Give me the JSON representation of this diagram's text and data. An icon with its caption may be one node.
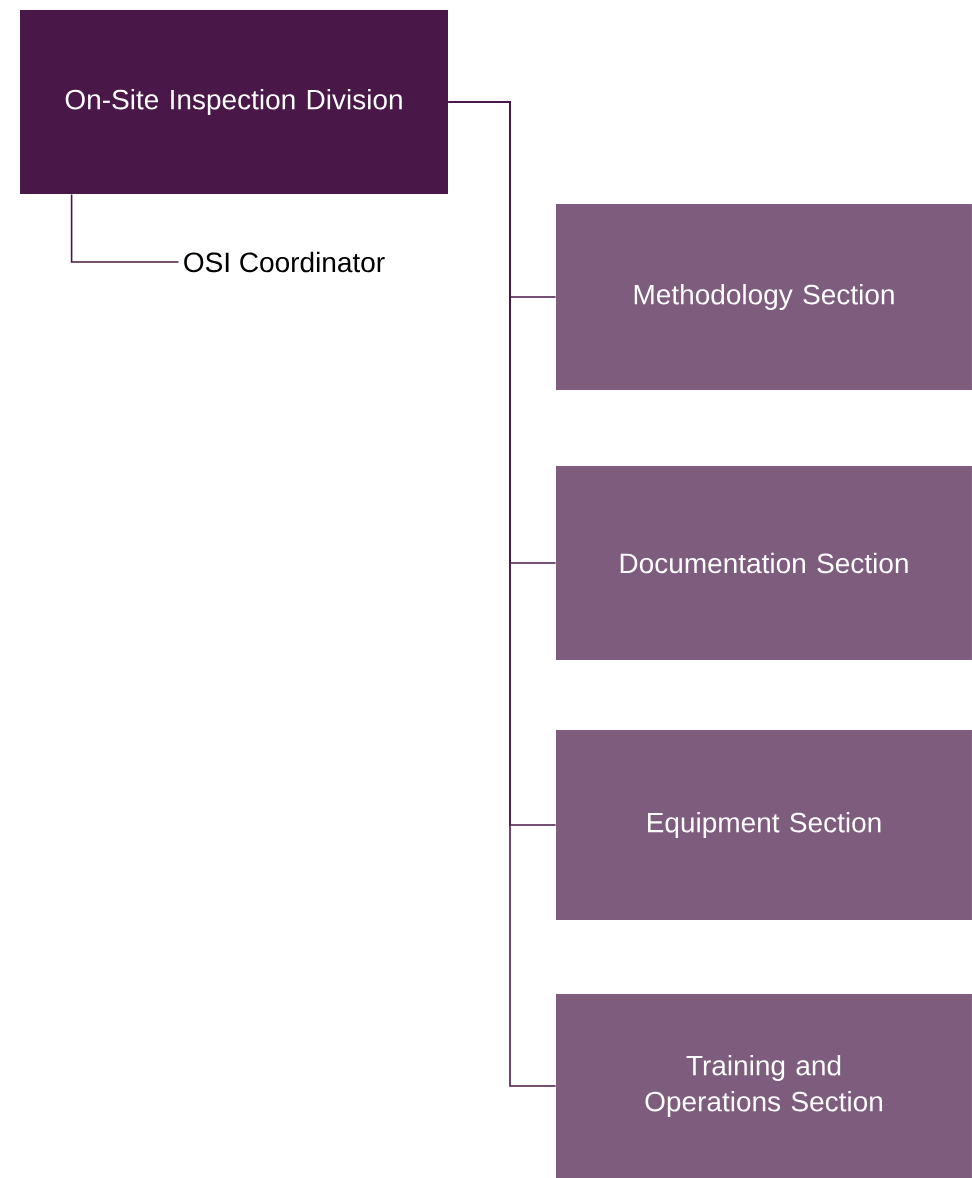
{
  "diagram": {
    "nodes": [
      {
        "text": [
          "On-Site Inspection Division"
        ]
      },
      {
        "text": [
          "OSI Coordinator"
        ]
      },
      {
        "text": [
          "Methodology Section"
        ]
      },
      {
        "text": [
          "Documentation Section"
        ]
      },
      {
        "text": [
          "Equipment Section"
        ]
      },
      {
        "text": [
          "Training and Operations Section"
        ]
      }
    ],
    "edges": [
      {
        "from": 0,
        "to": 1,
        "arrow": "none"
      },
      {
        "from": 0,
        "to": 2,
        "arrow": "none"
      },
      {
        "from": 0,
        "to": 3,
        "arrow": "none"
      },
      {
        "from": 0,
        "to": 4,
        "arrow": "none"
      },
      {
        "from": 0,
        "to": 5,
        "arrow": "none"
      }
    ]
  }
}
